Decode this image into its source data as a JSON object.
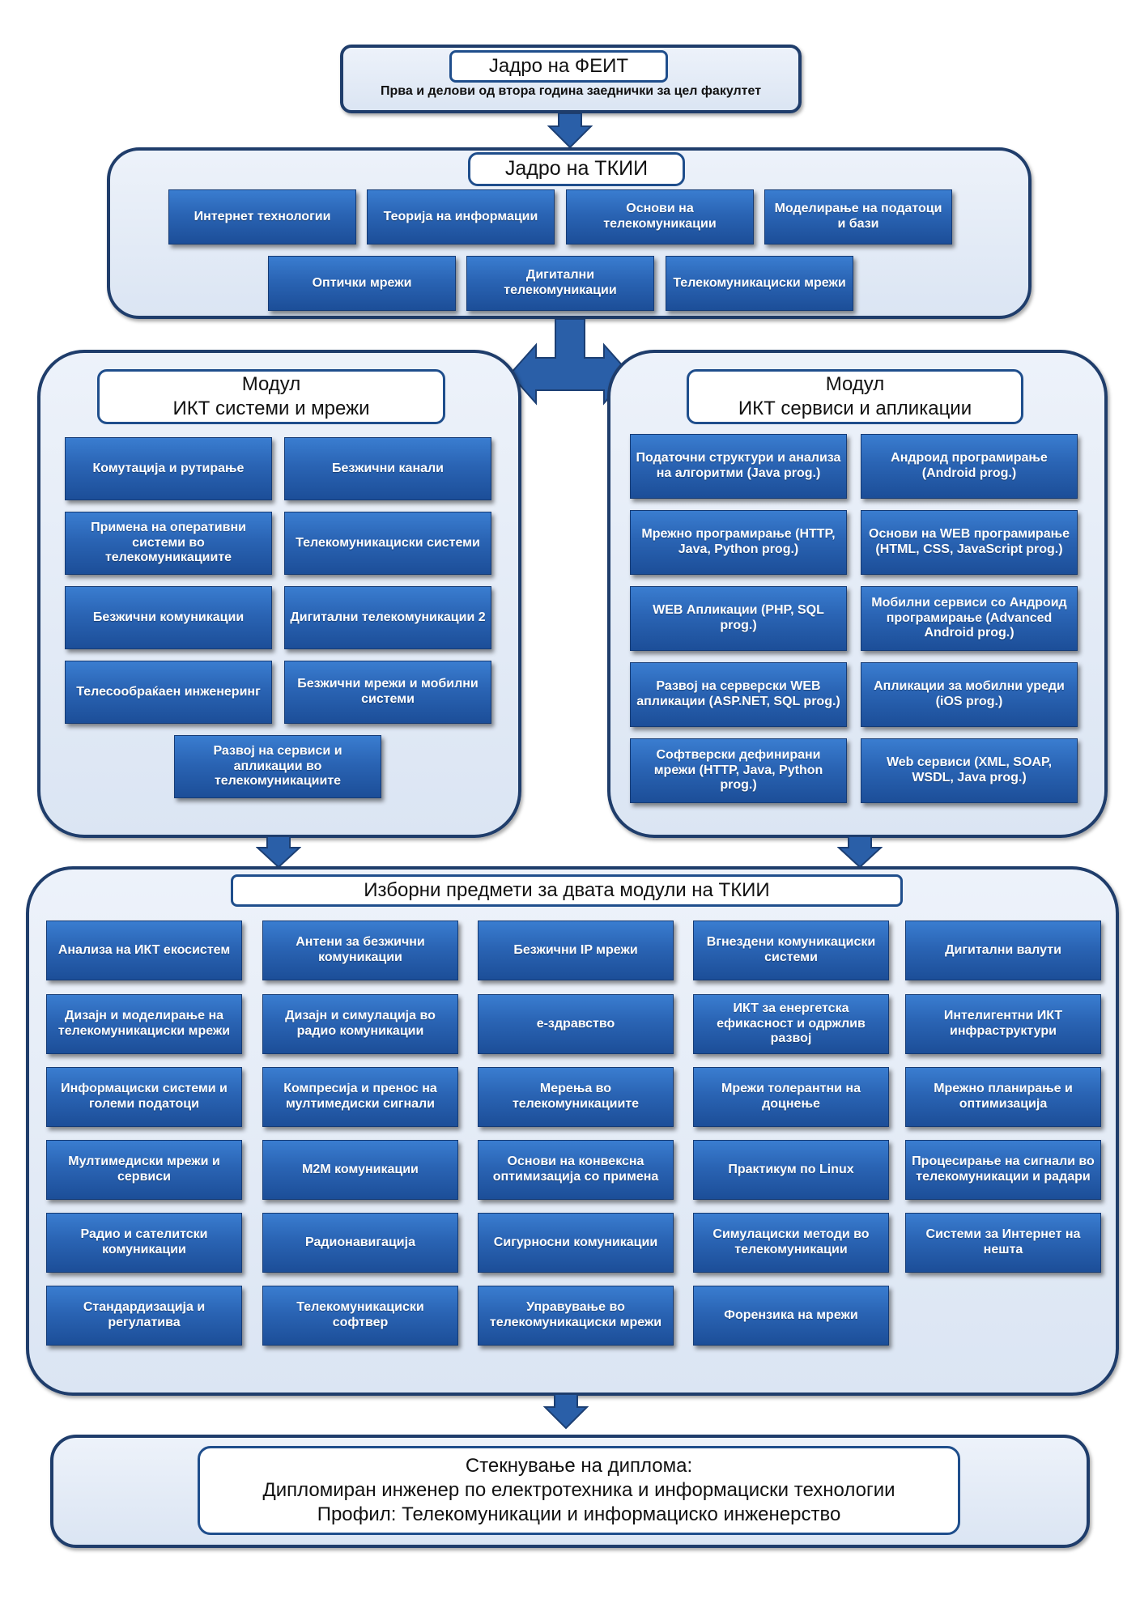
{
  "top": {
    "title": "Јадро на ФЕИТ",
    "subtitle": "Прва и делови од втора година заеднички за цел факултет"
  },
  "core": {
    "title": "Јадро на ТКИИ",
    "items": [
      "Интернет технологии",
      "Теорија на информации",
      "Основи на телекомуникации",
      "Моделирање на податоци и бази",
      "Оптички мрежи",
      "Дигитални телекомуникации",
      "Телекомуникациски мрежи"
    ]
  },
  "module_left": {
    "title_line1": "Модул",
    "title_line2": "ИКТ системи и мрежи",
    "items": [
      "Комутација и рутирање",
      "Безжични канали",
      "Примена на оперативни системи во телекомуникациите",
      "Телекомуникациски системи",
      "Безжични комуникации",
      "Дигитални телекомуникации 2",
      "Телесообраќаен инженеринг",
      "Безжични мрежи и мобилни системи",
      "Развој на сервиси и апликации во телекомуникациите"
    ]
  },
  "module_right": {
    "title_line1": "Модул",
    "title_line2": "ИКТ сервиси и апликации",
    "items": [
      "Податочни структури и анализа на алгоритми (Java prog.)",
      "Андроид програмирање (Android prog.)",
      "Мрежно програмирање (HTTP, Java, Python prog.)",
      "Основи на WEB програмирање (HTML, CSS, JavaScript prog.)",
      "WEB Апликации (PHP, SQL prog.)",
      "Мобилни сервиси со Андроид програмирање (Advanced Android prog.)",
      "Развој на серверски WEB апликации (ASP.NET, SQL prog.)",
      "Апликации за мобилни уреди (iOS prog.)",
      "Софтверски дефинирани мрежи (HTTP, Java, Python prog.)",
      "Web сервиси (XML, SOAP, WSDL, Java prog.)"
    ]
  },
  "electives": {
    "title": "Изборни предмети за двата модули на ТКИИ",
    "items": [
      "Анализа на ИКТ екосистем",
      "Антени за безжични комуникации",
      "Безжични IP мрежи",
      "Вгнездени комуникациски системи",
      "Дигитални валути",
      "Дизајн и моделирање на телекомуникациски мрежи",
      "Дизајн и симулација во радио комуникации",
      "е-здравство",
      "ИКТ за енергетска ефикасност и одржлив развој",
      "Интелигентни ИКТ инфраструктури",
      "Информациски системи и големи податоци",
      "Компресија и пренос на мултимедиски сигнали",
      "Мерења во телекомуникациите",
      "Мрежи толерантни на доцнење",
      "Мрежно планирање и оптимизација",
      "Мултимедиски мрежи и сервиси",
      "M2M комуникации",
      "Основи на конвексна оптимизација со примена",
      "Практикум по Linux",
      "Процесирање на сигнали во телекомуникации и радари",
      "Радио и сателитски комуникации",
      "Радионавигација",
      "Сигурносни комуникации",
      "Симулациски методи во телекомуникации",
      "Системи за Интернет на нешта",
      "Стандардизација и регулатива",
      "Телекомуникациски софтвер",
      "Управување во телекомуникациски мрежи",
      "Форензика на мрежи"
    ]
  },
  "diploma": {
    "line1": "Стекнување на диплома:",
    "line2": "Дипломиран инженер по електротехника и информациски технологии",
    "line3": "Профил: Телекомуникации и информациско инженерство"
  },
  "colors": {
    "panel_border": "#1f3d6b",
    "box_blue": "#2a64b4",
    "arrow_blue": "#2a5fa8"
  }
}
